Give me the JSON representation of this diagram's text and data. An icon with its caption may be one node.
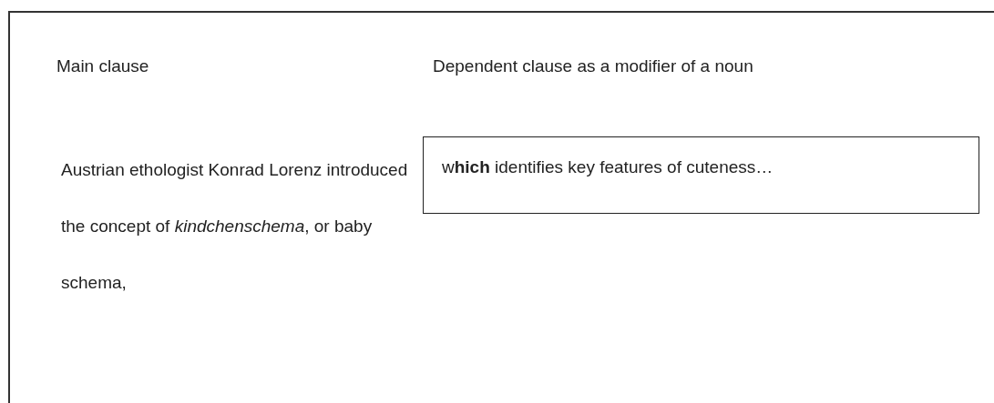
{
  "diagram": {
    "nodes": [
      {
        "text": [
          "w**hich** identifies key features of cuteness…"
        ]
      }
    ],
    "labels": [
      "Main clause",
      "Dependent clause as a modifier of a noun",
      "Austrian ethologist Konrad Lorenz introduced the concept of *kindchenschema*, or baby schema,"
    ]
  }
}
